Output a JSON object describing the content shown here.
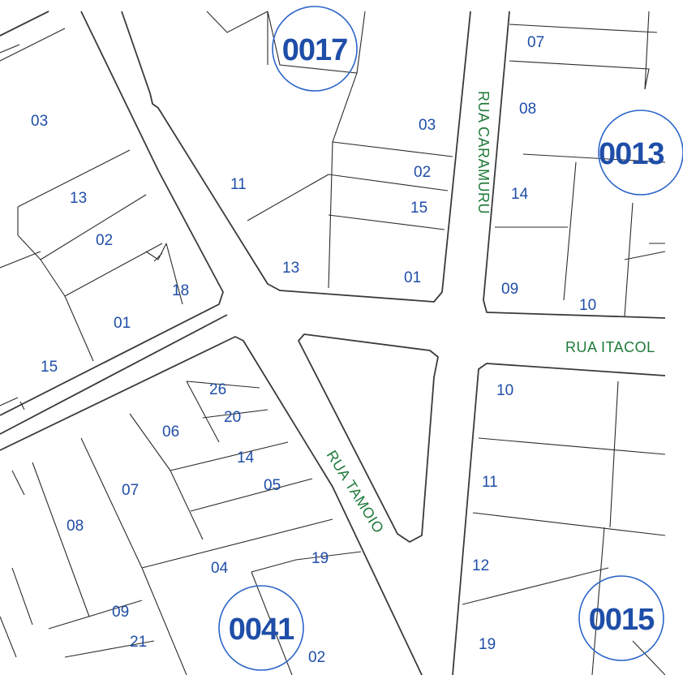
{
  "blocks": {
    "b0017": "0017",
    "b0013": "0013",
    "b0015": "0015",
    "b0041": "0041"
  },
  "streets": {
    "caramuru": "RUA CARAMURU",
    "itacol": "RUA ITACOL",
    "tamoio": "RUA TAMOIO"
  },
  "lots": {
    "nw_03": "03",
    "nw_13": "13",
    "nw_02": "02",
    "nw_01": "01",
    "nw_18": "18",
    "nw_15": "15",
    "nc_11": "11",
    "nc_13": "13",
    "nc_03": "03",
    "nc_02": "02",
    "nc_15": "15",
    "nc_01": "01",
    "ne_07": "07",
    "ne_08": "08",
    "ne_14": "14",
    "ne_09": "09",
    "ne_10": "10",
    "sw_26": "26",
    "sw_20": "20",
    "sw_06": "06",
    "sw_14": "14",
    "sw_05": "05",
    "sw_07": "07",
    "sw_08": "08",
    "sw_04": "04",
    "sw_19": "19",
    "sw_09": "09",
    "sw_21": "21",
    "sw_02": "02",
    "se_10": "10",
    "se_11": "11",
    "se_12": "12",
    "se_19": "19"
  },
  "colors": {
    "lot_number": "#1f4ea8",
    "street_name": "#1f7a3a",
    "block_circle": "#2a64c8"
  }
}
